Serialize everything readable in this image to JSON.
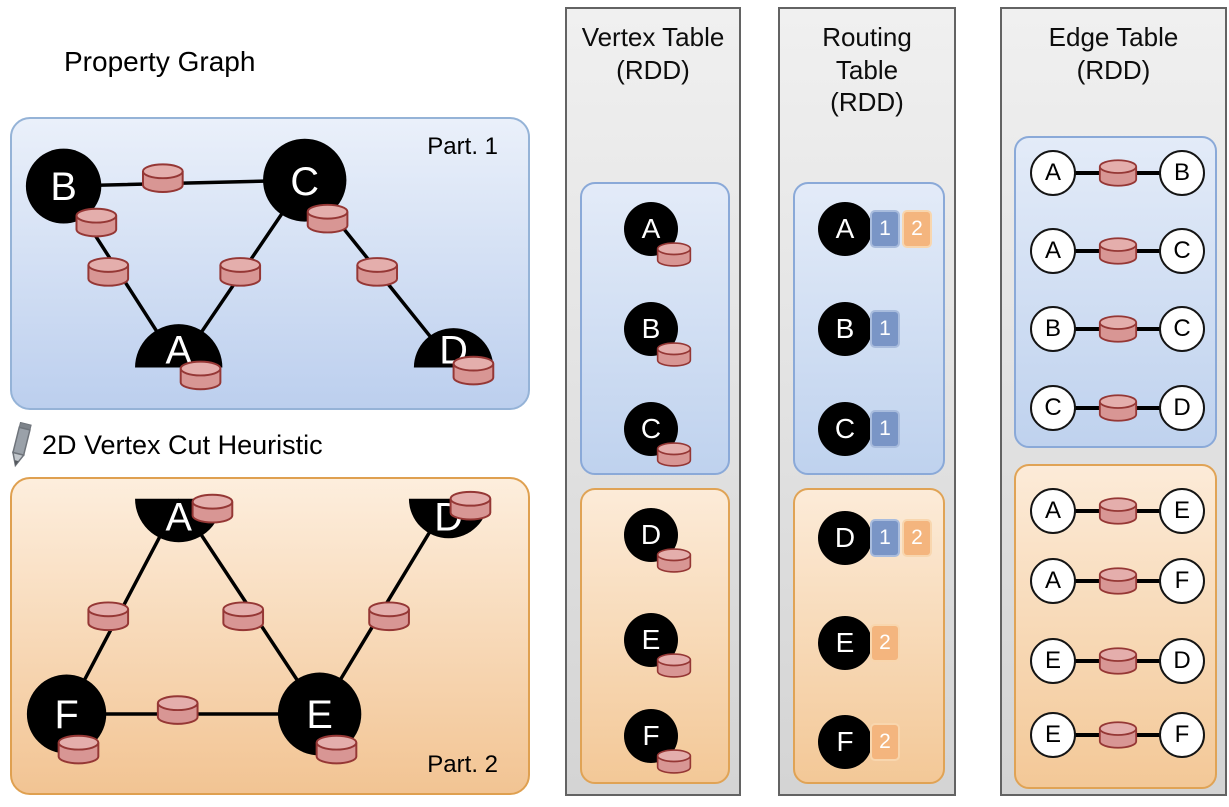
{
  "property_graph": {
    "title": "Property Graph",
    "heuristic_label": "2D Vertex Cut Heuristic",
    "part1": {
      "label": "Part. 1",
      "vertices": [
        "B",
        "C",
        "A",
        "D"
      ],
      "edges": [
        [
          "B",
          "C"
        ],
        [
          "B",
          "A"
        ],
        [
          "C",
          "A"
        ],
        [
          "C",
          "D"
        ]
      ]
    },
    "part2": {
      "label": "Part. 2",
      "vertices": [
        "A",
        "D",
        "F",
        "E"
      ],
      "edges": [
        [
          "A",
          "F"
        ],
        [
          "A",
          "E"
        ],
        [
          "F",
          "E"
        ],
        [
          "E",
          "D"
        ]
      ]
    }
  },
  "vertex_table": {
    "title_lines": [
      "Vertex Table",
      "(RDD)"
    ],
    "part1": [
      "A",
      "B",
      "C"
    ],
    "part2": [
      "D",
      "E",
      "F"
    ]
  },
  "routing_table": {
    "title_lines": [
      "Routing",
      "Table",
      "(RDD)"
    ],
    "part1": [
      {
        "vertex": "A",
        "badges": [
          {
            "label": "1",
            "color": "blue"
          },
          {
            "label": "2",
            "color": "orange"
          }
        ]
      },
      {
        "vertex": "B",
        "badges": [
          {
            "label": "1",
            "color": "blue"
          }
        ]
      },
      {
        "vertex": "C",
        "badges": [
          {
            "label": "1",
            "color": "blue"
          }
        ]
      }
    ],
    "part2": [
      {
        "vertex": "D",
        "badges": [
          {
            "label": "1",
            "color": "blue"
          },
          {
            "label": "2",
            "color": "orange"
          }
        ]
      },
      {
        "vertex": "E",
        "badges": [
          {
            "label": "2",
            "color": "orange"
          }
        ]
      },
      {
        "vertex": "F",
        "badges": [
          {
            "label": "2",
            "color": "orange"
          }
        ]
      }
    ]
  },
  "edge_table": {
    "title_lines": [
      "Edge Table",
      "(RDD)"
    ],
    "part1": [
      {
        "src": "A",
        "dst": "B"
      },
      {
        "src": "A",
        "dst": "C"
      },
      {
        "src": "B",
        "dst": "C"
      },
      {
        "src": "C",
        "dst": "D"
      }
    ],
    "part2": [
      {
        "src": "A",
        "dst": "E"
      },
      {
        "src": "A",
        "dst": "F"
      },
      {
        "src": "E",
        "dst": "D"
      },
      {
        "src": "E",
        "dst": "F"
      }
    ]
  },
  "colors": {
    "partition1_fill": "#c8d7f0",
    "partition1_border": "#95b3d7",
    "partition2_fill": "#f6d1a4",
    "partition2_border": "#dfa050",
    "column_fill": "#e0e0e0",
    "column_border": "#636363",
    "vertex_fill": "#000000",
    "property_cylinder_fill": "#d89694",
    "property_cylinder_stroke": "#953735",
    "badge_partition1": "#7a95c6",
    "badge_partition2": "#f4b57e"
  }
}
